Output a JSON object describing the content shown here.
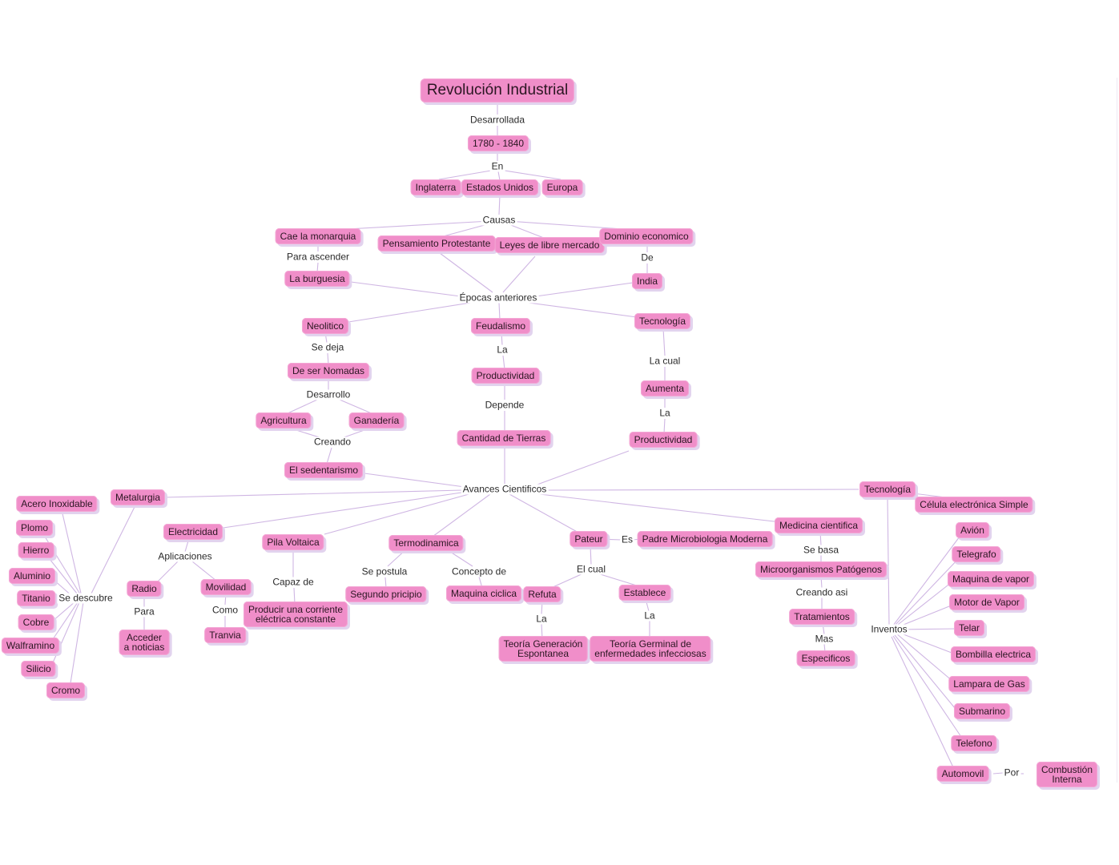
{
  "title": "Revolución Industrial",
  "nodes": {
    "root": "Revolución Industrial",
    "fechas": "1780 - 1840",
    "inglaterra": "Inglaterra",
    "eeuu": "Estados Unidos",
    "europa": "Europa",
    "monarquia": "Cae la monarquia",
    "protestante": "Pensamiento Protestante",
    "leyes": "Leyes de libre mercado",
    "dominio": "Dominio economico",
    "burguesia": "La burguesia",
    "india": "India",
    "neolitico": "Neolitico",
    "feudalismo": "Feudalismo",
    "tecnologia1": "Tecnología",
    "nomadas": "De ser Nomadas",
    "productividad1": "Productividad",
    "aumenta": "Aumenta",
    "agricultura": "Agricultura",
    "ganaderia": "Ganadería",
    "tierras": "Cantidad de Tierras",
    "productividad2": "Productividad",
    "sedentarismo": "El sedentarismo",
    "metalurgia": "Metalurgia",
    "acero": "Acero Inoxidable",
    "plomo": "Plomo",
    "hierro": "Hierro",
    "aluminio": "Aluminio",
    "titanio": "Titanio",
    "cobre": "Cobre",
    "walframino": "Walframino",
    "silicio": "Silicio",
    "cromo": "Cromo",
    "electricidad": "Electricidad",
    "radio": "Radio",
    "movilidad": "Movilidad",
    "acceder": "Acceder\na noticias",
    "tranvia": "Tranvia",
    "pila": "Pila Voltaica",
    "corriente": "Producir una corriente\neléctrica constante",
    "termodinamica": "Termodinamica",
    "segundo": "Segundo pricipio",
    "maquina_ciclica": "Maquina ciclica",
    "pateur": "Pateur",
    "padre": "Padre Microbiologia Moderna",
    "refuta": "Refuta",
    "establece": "Establece",
    "generacion": "Teoría Generación\nEspontanea",
    "germinal": "Teoría Germinal de\nenfermedades infecciosas",
    "medicina": "Medicina cientifica",
    "microorganismos": "Microorganismos Patógenos",
    "tratamientos": "Tratamientos",
    "especificos": "Especificos",
    "tecnologia2": "Tecnología",
    "celula": "Célula electrónica Simple",
    "avion": "Avión",
    "telegrafo": "Telegrafo",
    "maquina_vapor": "Maquina de vapor",
    "motor_vapor": "Motor de Vapor",
    "telar": "Telar",
    "bombilla": "Bombilla electrica",
    "lampara": "Lampara de Gas",
    "submarino": "Submarino",
    "telefono": "Telefono",
    "automovil": "Automovil",
    "combustion": "Combustión Interna"
  },
  "labels": {
    "desarrollada": "Desarrollada",
    "en": "En",
    "causas": "Causas",
    "para_ascender": "Para ascender",
    "de": "De",
    "epocas": "Épocas anteriores",
    "se_deja": "Se deja",
    "la1": "La",
    "la_cual": "La cual",
    "desarrollo": "Desarrollo",
    "depende": "Depende",
    "la2": "La",
    "creando": "Creando",
    "avances": "Avances Cientificos",
    "se_descubre": "Se descubre",
    "aplicaciones": "Aplicaciones",
    "para": "Para",
    "capaz_de": "Capaz de",
    "como": "Como",
    "se_postula": "Se postula",
    "concepto_de": "Concepto de",
    "es": "Es",
    "el_cual": "El cual",
    "la3": "La",
    "la4": "La",
    "se_basa": "Se basa",
    "creando_asi": "Creando asi",
    "mas": "Mas",
    "inventos": "Inventos",
    "por": "Por"
  }
}
